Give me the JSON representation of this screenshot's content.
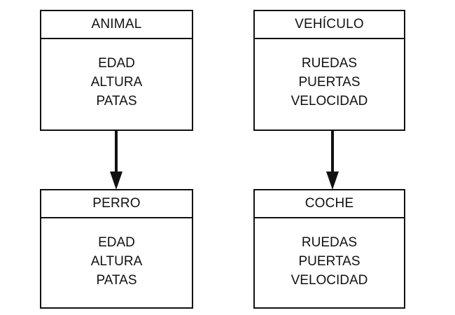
{
  "classes": {
    "animal": {
      "name": "ANIMAL",
      "attributes": [
        "EDAD",
        "ALTURA",
        "PATAS"
      ]
    },
    "perro": {
      "name": "PERRO",
      "attributes": [
        "EDAD",
        "ALTURA",
        "PATAS"
      ]
    },
    "vehiculo": {
      "name": "VEHÍCULO",
      "attributes": [
        "RUEDAS",
        "PUERTAS",
        "VELOCIDAD"
      ]
    },
    "coche": {
      "name": "COCHE",
      "attributes": [
        "RUEDAS",
        "PUERTAS",
        "VELOCIDAD"
      ]
    }
  },
  "relations": [
    {
      "from": "ANIMAL",
      "to": "PERRO",
      "type": "arrow"
    },
    {
      "from": "VEHÍCULO",
      "to": "COCHE",
      "type": "arrow"
    }
  ],
  "colors": {
    "line": "#111111",
    "background": "#ffffff"
  }
}
